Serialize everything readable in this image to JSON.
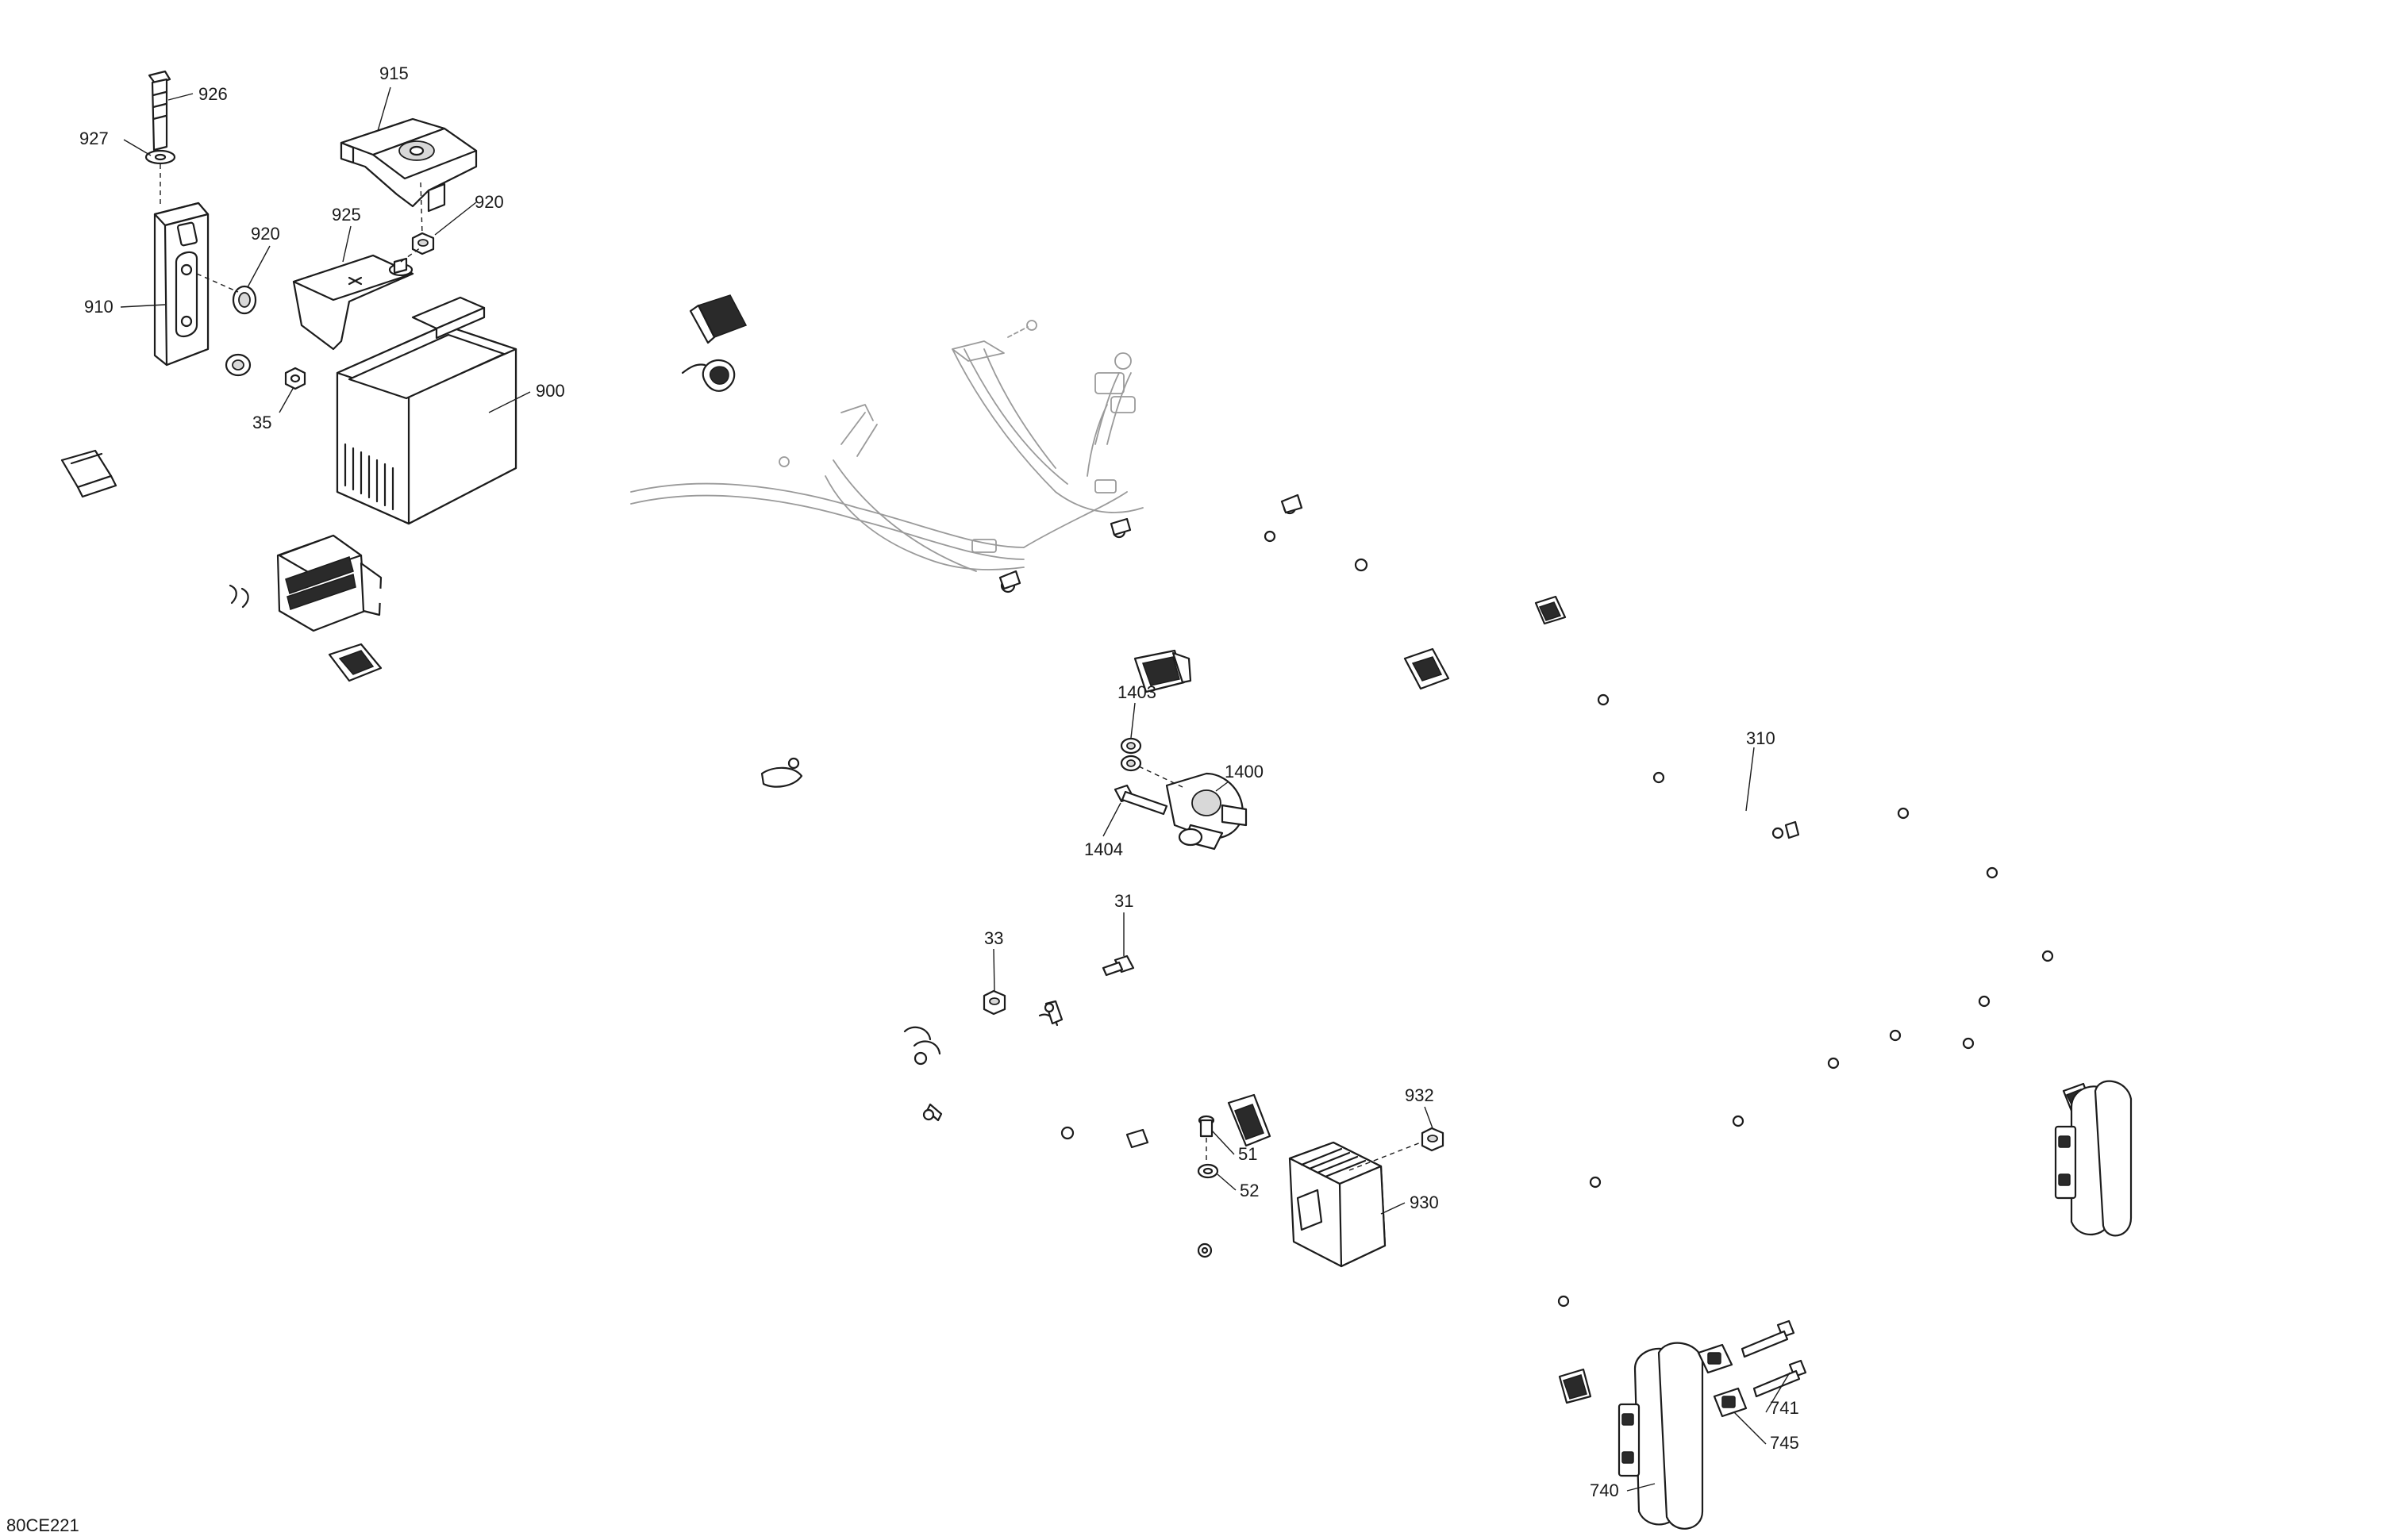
{
  "diagram": {
    "reference_code": "80CE221",
    "callouts": [
      {
        "id": "926",
        "label": "926"
      },
      {
        "id": "927",
        "label": "927"
      },
      {
        "id": "915",
        "label": "915"
      },
      {
        "id": "920a",
        "label": "920"
      },
      {
        "id": "920b",
        "label": "920"
      },
      {
        "id": "925",
        "label": "925"
      },
      {
        "id": "910",
        "label": "910"
      },
      {
        "id": "35",
        "label": "35"
      },
      {
        "id": "900",
        "label": "900"
      },
      {
        "id": "1403",
        "label": "1403"
      },
      {
        "id": "1400",
        "label": "1400"
      },
      {
        "id": "1404",
        "label": "1404"
      },
      {
        "id": "310",
        "label": "310"
      },
      {
        "id": "33",
        "label": "33"
      },
      {
        "id": "31",
        "label": "31"
      },
      {
        "id": "932",
        "label": "932"
      },
      {
        "id": "51",
        "label": "51"
      },
      {
        "id": "52",
        "label": "52"
      },
      {
        "id": "930",
        "label": "930"
      },
      {
        "id": "741",
        "label": "741"
      },
      {
        "id": "745",
        "label": "745"
      },
      {
        "id": "740",
        "label": "740"
      }
    ]
  }
}
